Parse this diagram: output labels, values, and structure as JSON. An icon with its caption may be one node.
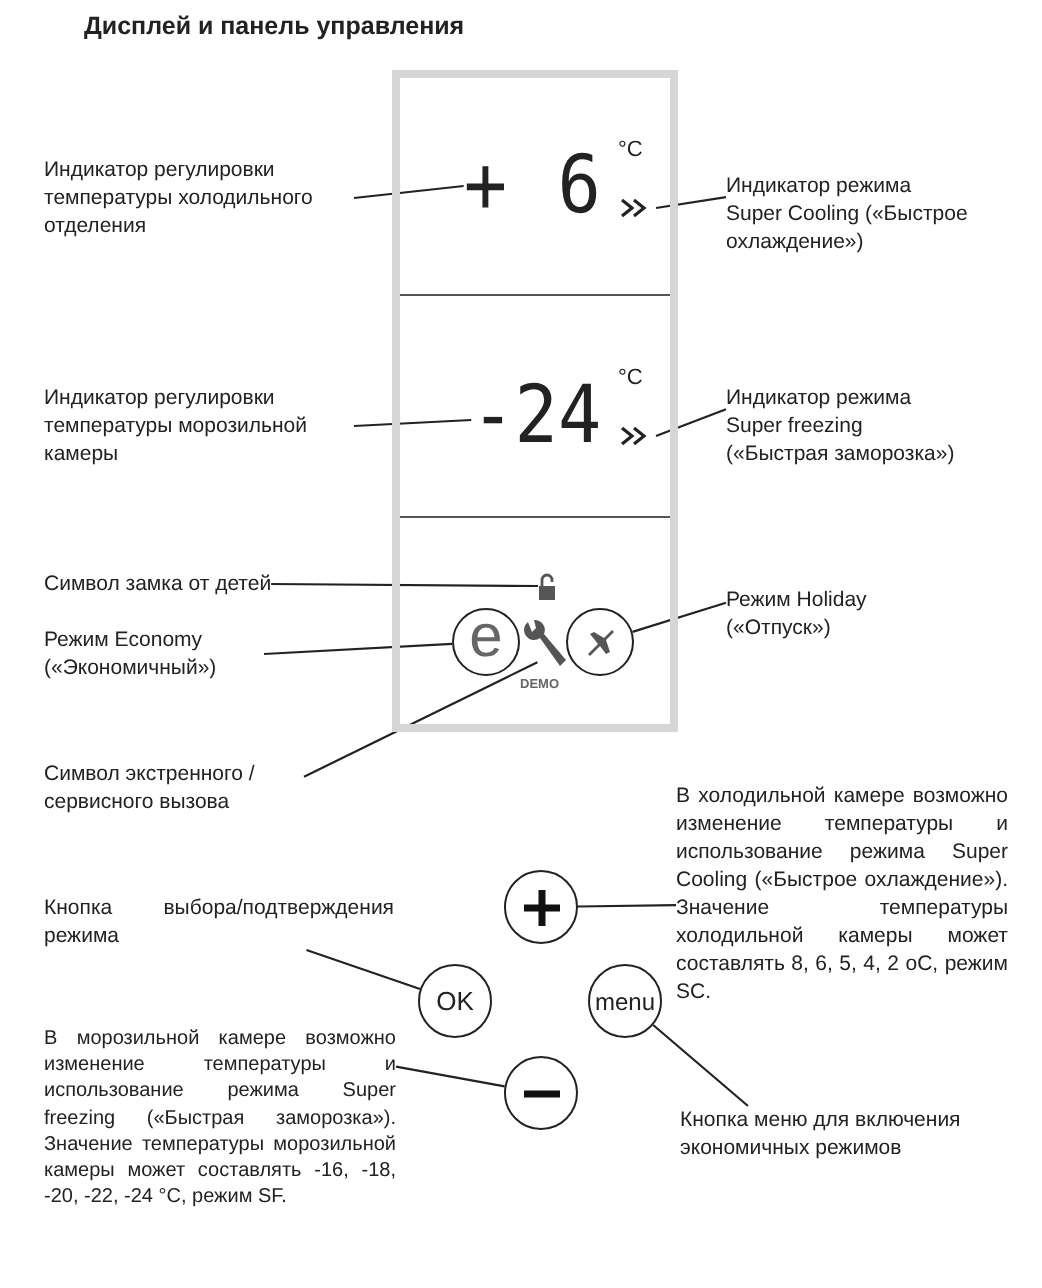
{
  "diagram": {
    "title": "Дисплей и панель управления",
    "nodes": [
      {
        "text": [],
        "shape": "box"
      },
      {
        "text": [
          "Индикатор регулировки температуры холодильного отделения"
        ]
      },
      {
        "text": [
          "+ 6"
        ],
        "in": 0,
        "beside": [
          "°C"
        ]
      },
      {
        "text": [],
        "shape": "chevron",
        "in": 0
      },
      {
        "text": [
          "Индикатор режима Super Cooling («Быстрое охлаждение»)"
        ]
      },
      {
        "text": [
          "Индикатор регулировки температуры морозильной камеры"
        ]
      },
      {
        "text": [
          "-24"
        ],
        "in": 0,
        "beside": [
          "°C"
        ]
      },
      {
        "text": [],
        "shape": "chevron",
        "in": 0
      },
      {
        "text": [
          "Индикатор режима Super freezing («Быстрая заморозка»)"
        ]
      },
      {
        "text": [
          "Символ замка от детей"
        ]
      },
      {
        "text": [],
        "shape": "padlock",
        "in": 0
      },
      {
        "text": [
          "Режим Economy («Экономичный»)"
        ]
      },
      {
        "text": [
          "e"
        ],
        "in": 0
      },
      {
        "text": [],
        "shape": "wrench",
        "in": 0
      },
      {
        "text": [],
        "shape": "circle",
        "in": 0
      },
      {
        "text": [
          "Режим Holiday («Отпуск»)"
        ]
      },
      {
        "text": [
          "Символ экстренного / сервисного вызова"
        ]
      },
      {
        "text": [
          "Кнопка выбора/подтверждения режима"
        ]
      },
      {
        "text": [],
        "shape": "circle"
      },
      {
        "text": [
          "В холодильной камере возможно изменение температуры и использование режима Super Cooling («Быстрое охлаждение»). Значение температуры холодильной камеры может составлять 8, 6, 5, 4, 2 оС, режим SC."
        ]
      },
      {
        "text": [
          "OK"
        ]
      },
      {
        "text": [
          "menu"
        ]
      },
      {
        "text": [],
        "shape": "circle"
      },
      {
        "text": [
          "В морозильной камере возможно изменение температуры и использование режима Super freezing («Быстрая заморозка»). Значение температуры морозильной камеры может составлять -16, -18, -20, -22, -24 °C, режим SF."
        ]
      },
      {
        "text": [
          "Кнопка меню для включения экономичных режимов"
        ]
      }
    ],
    "edges": [
      {
        "from": 1,
        "to": 2,
        "arrow": "none"
      },
      {
        "from": 4,
        "to": 3,
        "arrow": "none"
      },
      {
        "from": 5,
        "to": 6,
        "arrow": "none"
      },
      {
        "from": 8,
        "to": 7,
        "arrow": "none"
      },
      {
        "from": 9,
        "to": 10,
        "arrow": "none"
      },
      {
        "from": 11,
        "to": 12,
        "arrow": "none"
      },
      {
        "from": 15,
        "to": 14,
        "arrow": "none"
      },
      {
        "from": 16,
        "to": 13,
        "arrow": "none"
      },
      {
        "from": 17,
        "to": 20,
        "arrow": "none"
      },
      {
        "from": 19,
        "to": 18,
        "arrow": "none"
      },
      {
        "from": 23,
        "to": 22,
        "arrow": "none"
      },
      {
        "from": 24,
        "to": 21,
        "arrow": "none"
      }
    ],
    "labels": [
      "DEMO"
    ]
  }
}
